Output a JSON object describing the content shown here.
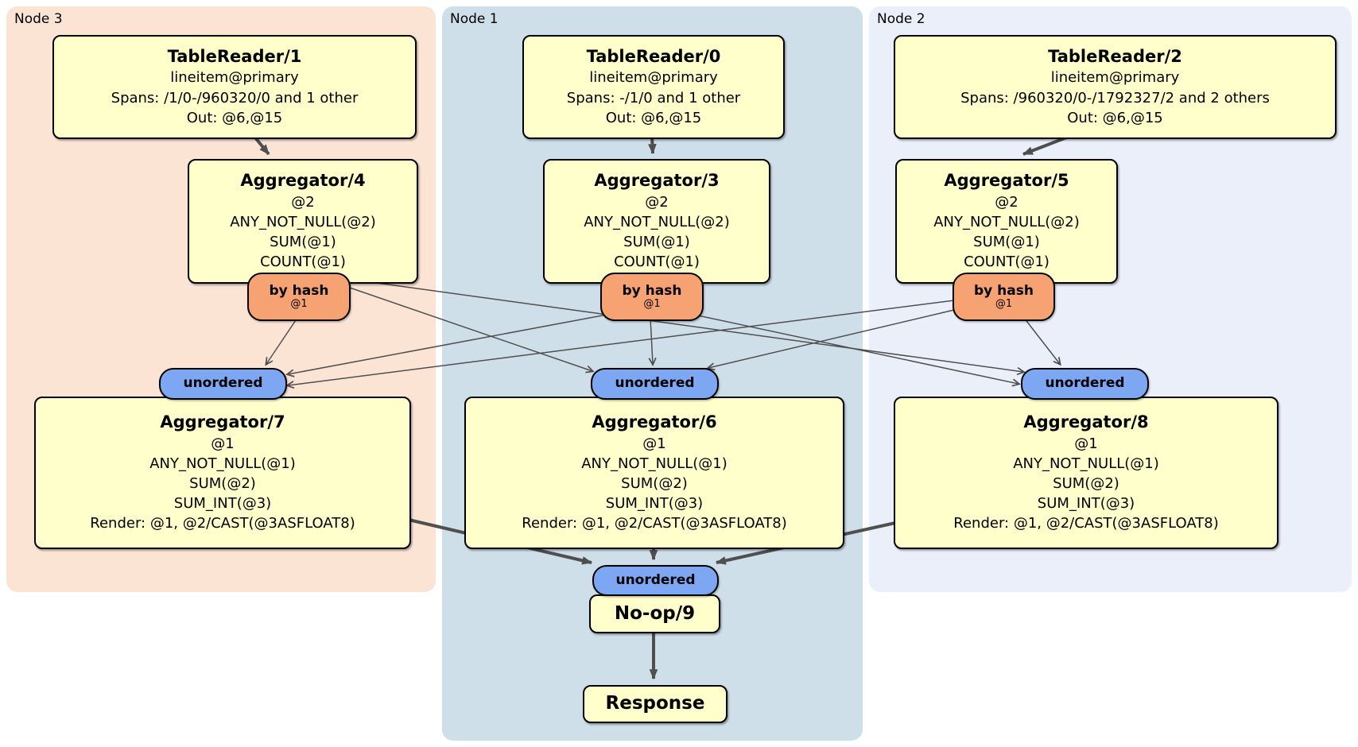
{
  "groups": [
    {
      "label": "Node 3"
    },
    {
      "label": "Node 1"
    },
    {
      "label": "Node 2"
    }
  ],
  "processors": {
    "tr1": {
      "title": "TableReader/1",
      "lines": [
        "lineitem@primary",
        "Spans: /1/0-/960320/0 and 1 other",
        "Out: @6,@15"
      ]
    },
    "tr0": {
      "title": "TableReader/0",
      "lines": [
        "lineitem@primary",
        "Spans: -/1/0 and 1 other",
        "Out: @6,@15"
      ]
    },
    "tr2": {
      "title": "TableReader/2",
      "lines": [
        "lineitem@primary",
        "Spans: /960320/0-/1792327/2 and 2 others",
        "Out: @6,@15"
      ]
    },
    "agg4": {
      "title": "Aggregator/4",
      "lines": [
        "@2",
        "ANY_NOT_NULL(@2)",
        "SUM(@1)",
        "COUNT(@1)"
      ]
    },
    "agg3": {
      "title": "Aggregator/3",
      "lines": [
        "@2",
        "ANY_NOT_NULL(@2)",
        "SUM(@1)",
        "COUNT(@1)"
      ]
    },
    "agg5": {
      "title": "Aggregator/5",
      "lines": [
        "@2",
        "ANY_NOT_NULL(@2)",
        "SUM(@1)",
        "COUNT(@1)"
      ]
    },
    "agg7": {
      "title": "Aggregator/7",
      "lines": [
        "@1",
        "ANY_NOT_NULL(@1)",
        "SUM(@2)",
        "SUM_INT(@3)",
        "Render: @1, @2/CAST(@3ASFLOAT8)"
      ]
    },
    "agg6": {
      "title": "Aggregator/6",
      "lines": [
        "@1",
        "ANY_NOT_NULL(@1)",
        "SUM(@2)",
        "SUM_INT(@3)",
        "Render: @1, @2/CAST(@3ASFLOAT8)"
      ]
    },
    "agg8": {
      "title": "Aggregator/8",
      "lines": [
        "@1",
        "ANY_NOT_NULL(@1)",
        "SUM(@2)",
        "SUM_INT(@3)",
        "Render: @1, @2/CAST(@3ASFLOAT8)"
      ]
    },
    "noop9": {
      "title": "No-op/9"
    },
    "response": {
      "title": "Response"
    }
  },
  "routers": {
    "by_hash": {
      "label": "by hash",
      "sub": "@1"
    },
    "unordered": {
      "label": "unordered"
    }
  },
  "colors": {
    "node3_bg": "#fce4d5",
    "node1_bg": "#cfdfe9",
    "node2_bg": "#ebeffa",
    "box_fill": "#ffffcc",
    "box_border": "#000000",
    "hash_fill": "#f6a273",
    "unordered_fill": "#7da7f2",
    "edge": "#4f4f4f",
    "text": "#000000"
  }
}
